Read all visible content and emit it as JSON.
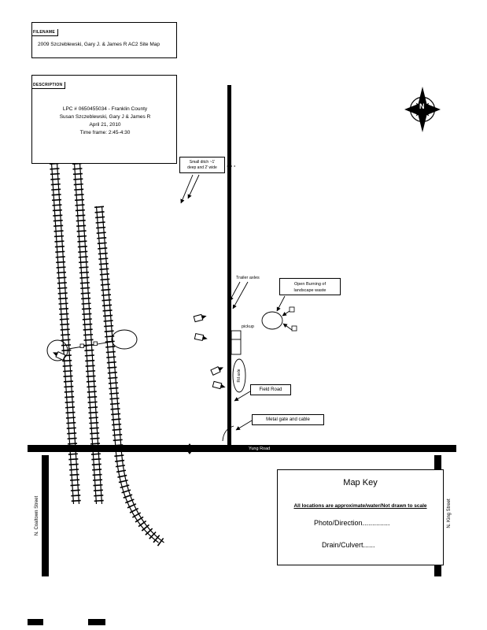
{
  "title_block": {
    "filename_label": "FILENAME",
    "filename_text": "2009 Szczeblewski, Gary J. & James R AC2 Site Map"
  },
  "description_block": {
    "label": "DESCRIPTION",
    "lines": [
      "LPC # 0650455034 -  Franklin County",
      "Susan Szczeblewski, Gary J & James R",
      "April 21, 2010",
      "Time frame:  2:45-4:30"
    ]
  },
  "compass": {
    "north_label": "N"
  },
  "annotations": {
    "small_ditch": [
      "Small ditch ~1'",
      "deep and 2' wide"
    ],
    "trailer_axles": "Trailer axles",
    "open_burning": [
      "Open Burning of",
      "landscape waste"
    ],
    "pickup": "pickup",
    "road_axle": "Rd axle",
    "field_road": "Field Road",
    "metal_gate": "Metal gate and cable"
  },
  "roads": {
    "yung_road": "Yung Road",
    "left_street": "N. Coaltown Street",
    "right_street": "N. King Street"
  },
  "map_key": {
    "title": "Map Key",
    "disclaimer": "All locations are approximate/water/Not drawn to scale",
    "photo_direction": "Photo/Direction..............",
    "drain_culvert": "Drain/Culvert......"
  }
}
